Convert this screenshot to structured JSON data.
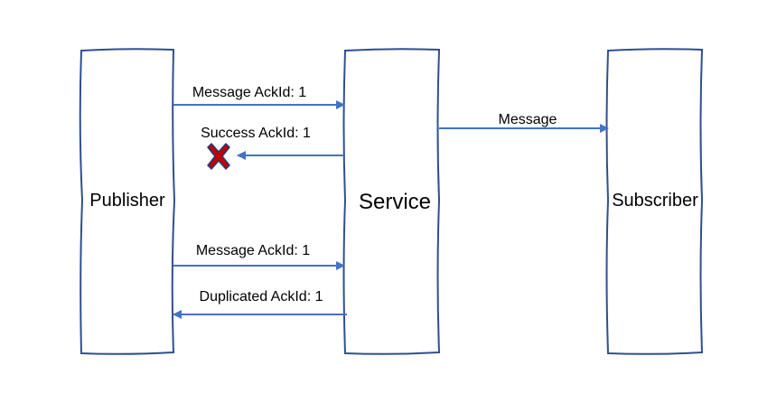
{
  "participants": {
    "publisher": "Publisher",
    "service": "Service",
    "subscriber": "Subscriber"
  },
  "messages": {
    "m1": "Message AckId: 1",
    "m2": "Success AckId: 1",
    "m3": "Message",
    "m4": "Message AckId: 1",
    "m5": "Duplicated AckId: 1"
  },
  "colors": {
    "box_stroke": "#2f4f8f",
    "arrow": "#4472c4",
    "fail_mark": "#c00000",
    "fail_mark_outline": "#1f3f7f"
  },
  "icons": {
    "failure": "red-x-cross-icon"
  }
}
